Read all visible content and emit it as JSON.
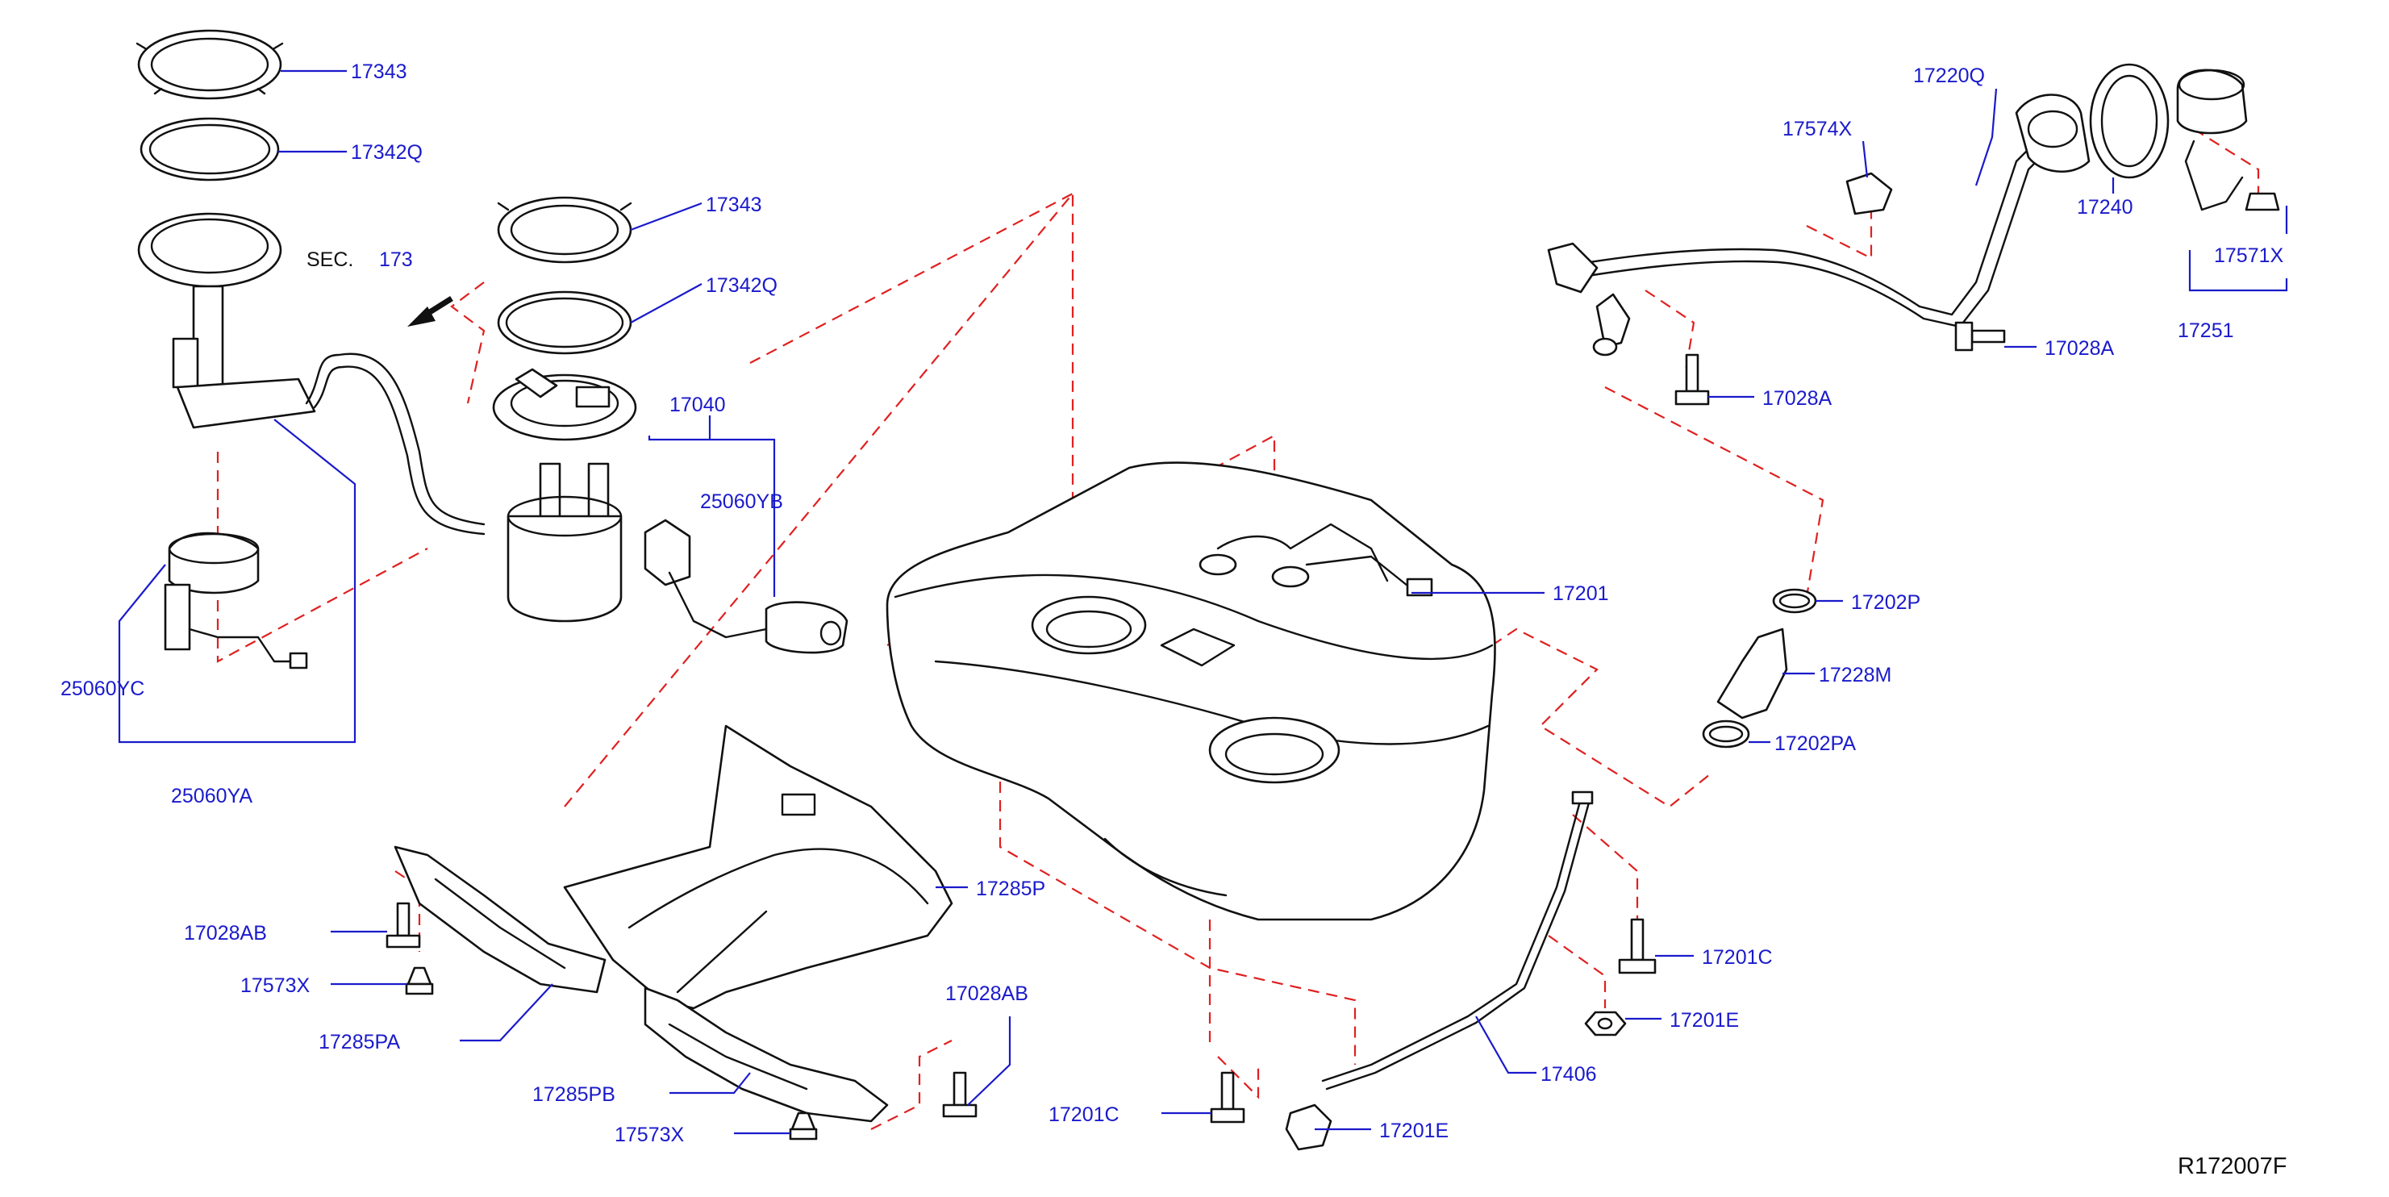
{
  "diagram": {
    "section_ref": {
      "prefix": "SEC.",
      "number": "173"
    },
    "drawing_code": "R172007F",
    "labels": {
      "p17343_a": "17343",
      "p17342q_a": "17342Q",
      "p17343_b": "17343",
      "p17342q_b": "17342Q",
      "p17040": "17040",
      "p25060yb": "25060YB",
      "p25060yc": "25060YC",
      "p25060ya": "25060YA",
      "p17201": "17201",
      "p17285p": "17285P",
      "p17028ab_a": "17028AB",
      "p17573x_a": "17573X",
      "p17285pa": "17285PA",
      "p17285pb": "17285PB",
      "p17573x_b": "17573X",
      "p17028ab_b": "17028AB",
      "p17201c_a": "17201C",
      "p17201e_a": "17201E",
      "p17406": "17406",
      "p17201c_b": "17201C",
      "p17201e_b": "17201E",
      "p17220q": "17220Q",
      "p17574x": "17574X",
      "p17240": "17240",
      "p17571x": "17571X",
      "p17251": "17251",
      "p17028a_a": "17028A",
      "p17028a_b": "17028A",
      "p17202p": "17202P",
      "p17228m": "17228M",
      "p17202pa": "17202PA"
    }
  }
}
